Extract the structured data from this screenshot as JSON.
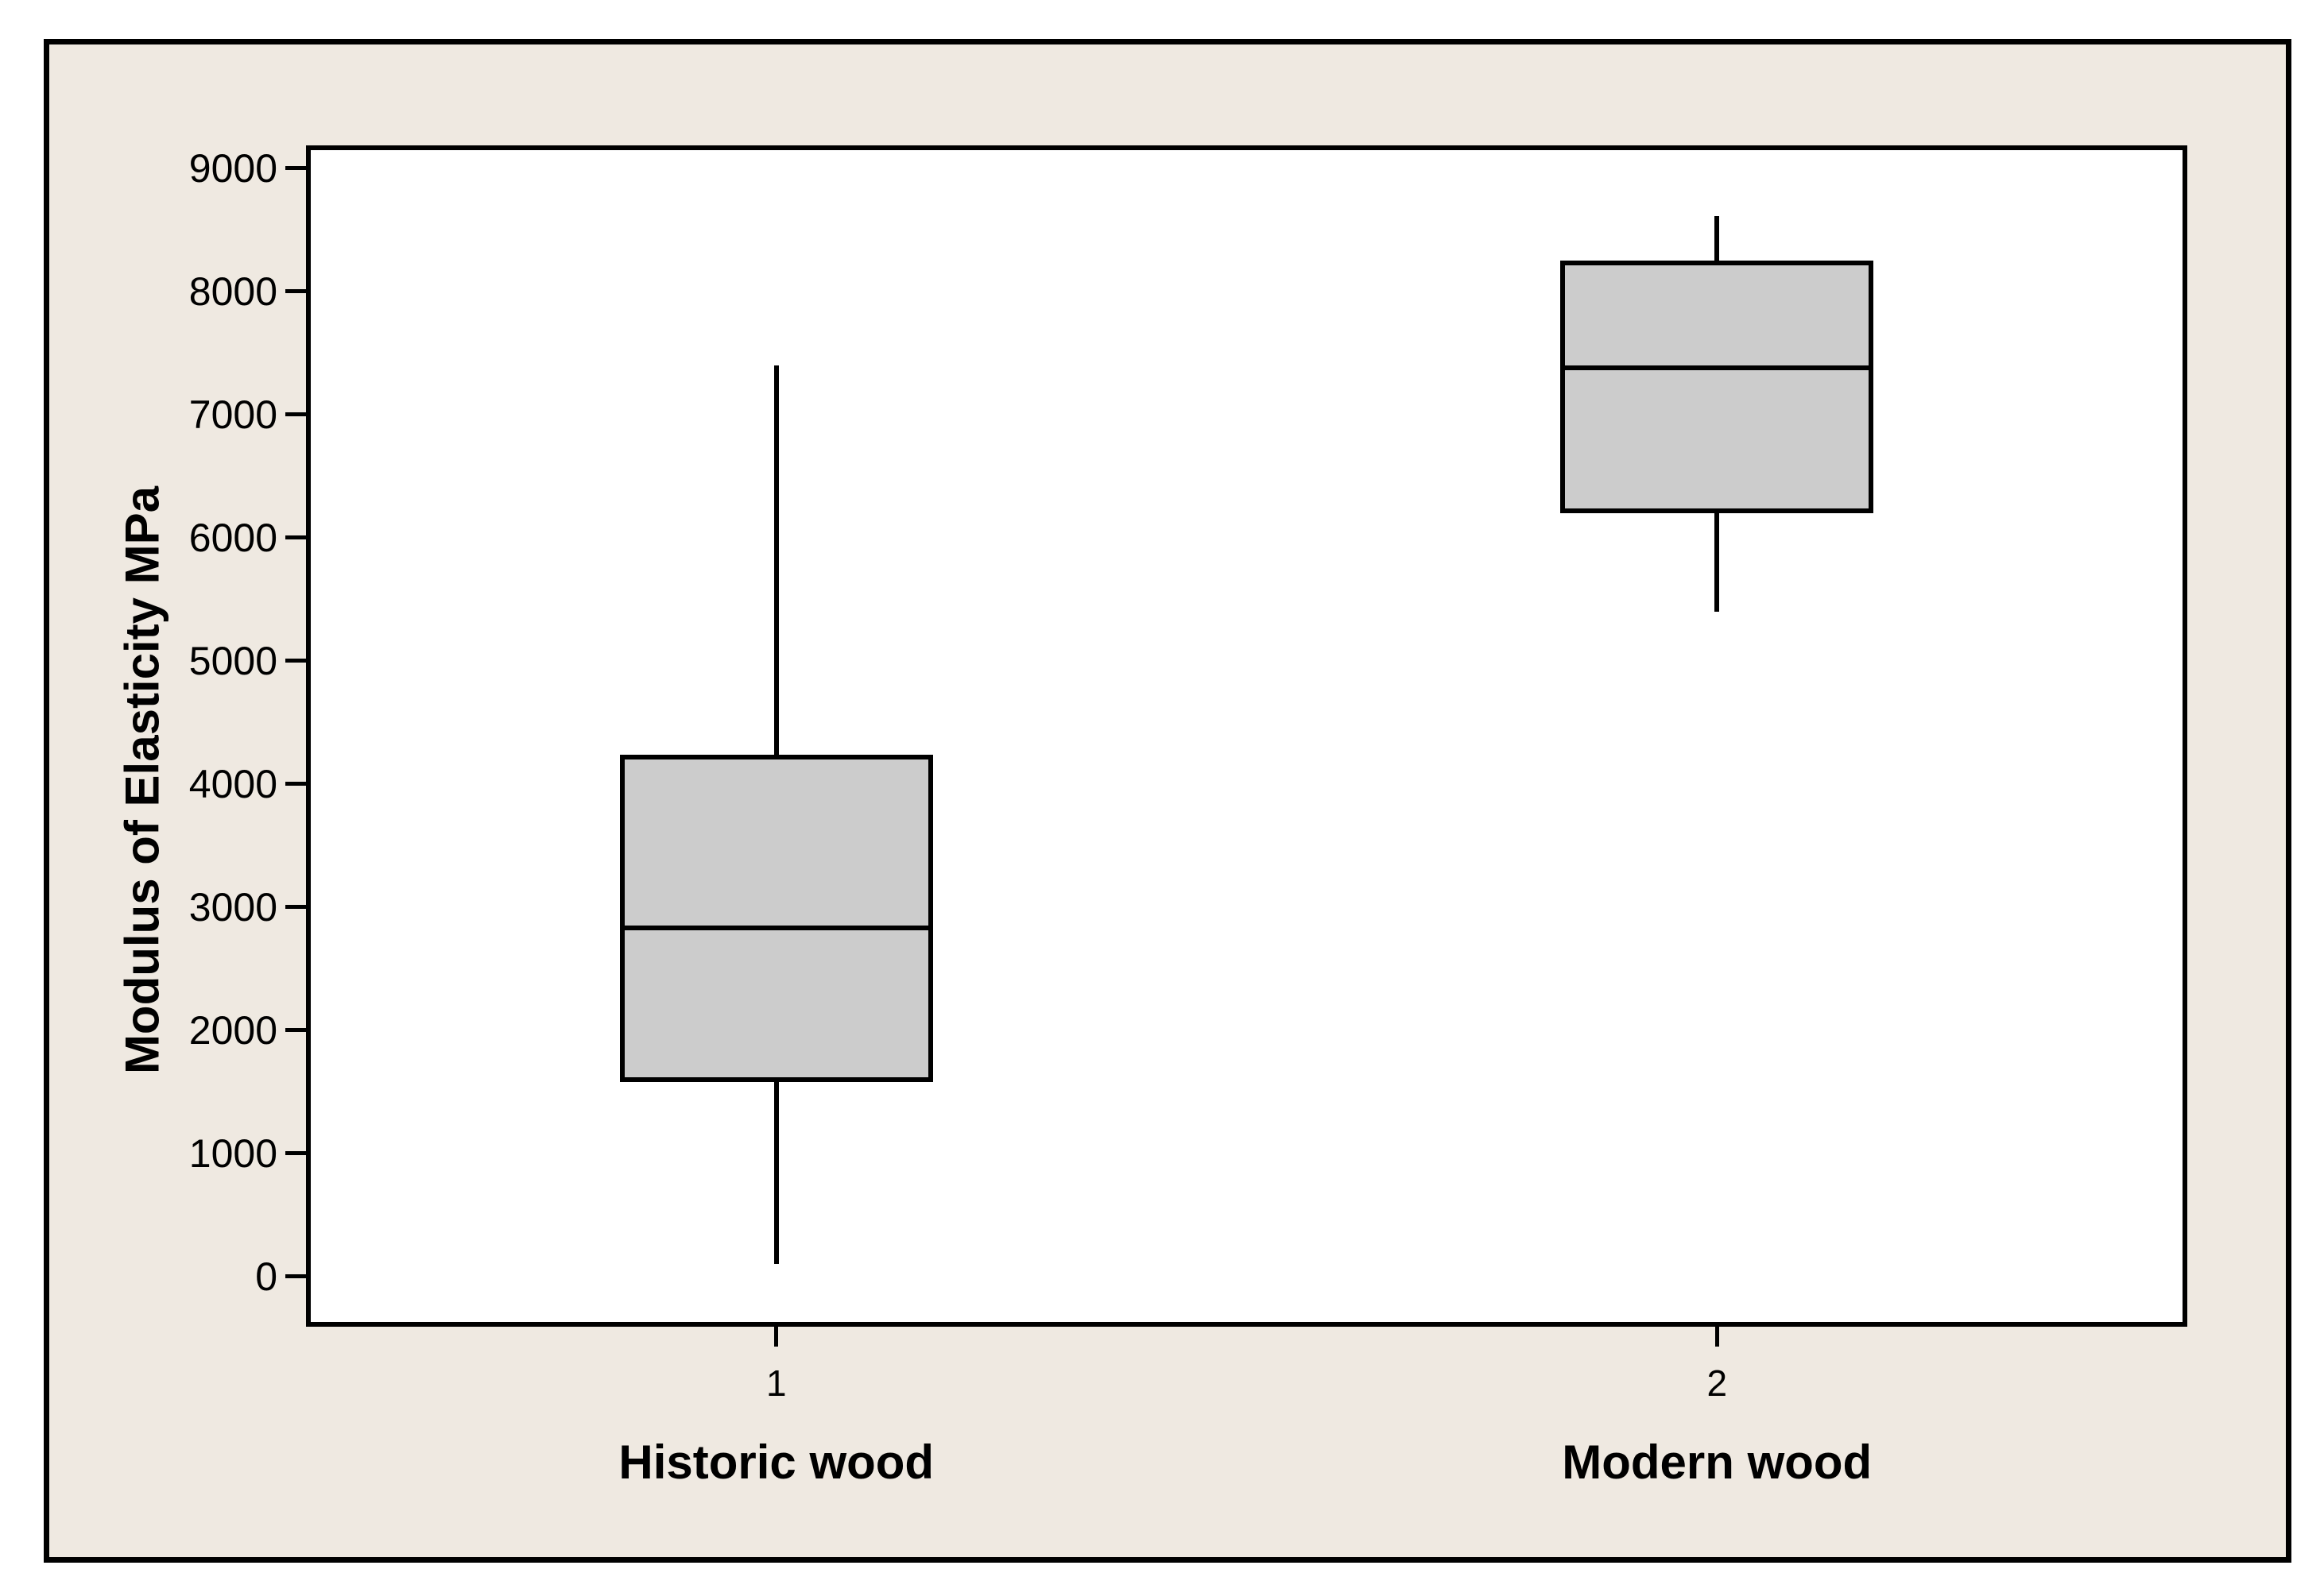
{
  "figure": {
    "page_background": "#ffffff",
    "frame_background": "#EFE9E1",
    "frame_border_color": "#000000"
  },
  "chart_data": {
    "type": "boxplot",
    "title": "",
    "xlabel": "",
    "ylabel": "Modulus of Elasticity MPa",
    "grid": false,
    "legend": false,
    "orientation": "vertical",
    "y_ticks": [
      0,
      1000,
      2000,
      3000,
      4000,
      5000,
      6000,
      7000,
      8000,
      9000
    ],
    "y_tick_labels": [
      "0",
      "1000",
      "2000",
      "3000",
      "4000",
      "5000",
      "6000",
      "7000",
      "8000",
      "9000"
    ],
    "y_axis_range": [
      -407,
      9187
    ],
    "categories": [
      {
        "x": 1,
        "tick_label": "1",
        "group_label": "Historic wood"
      },
      {
        "x": 2,
        "tick_label": "2",
        "group_label": "Modern wood"
      }
    ],
    "series": [
      {
        "name": "Historic wood",
        "x": 1,
        "whisker_low": 100,
        "q1": 1580,
        "median": 2830,
        "q3": 4240,
        "whisker_high": 7400,
        "outliers": []
      },
      {
        "name": "Modern wood",
        "x": 2,
        "whisker_low": 5400,
        "q1": 6200,
        "median": 7380,
        "q3": 8250,
        "whisker_high": 8610,
        "outliers": []
      }
    ],
    "box_fill_color": "#CCCCCC",
    "line_color": "#000000"
  }
}
